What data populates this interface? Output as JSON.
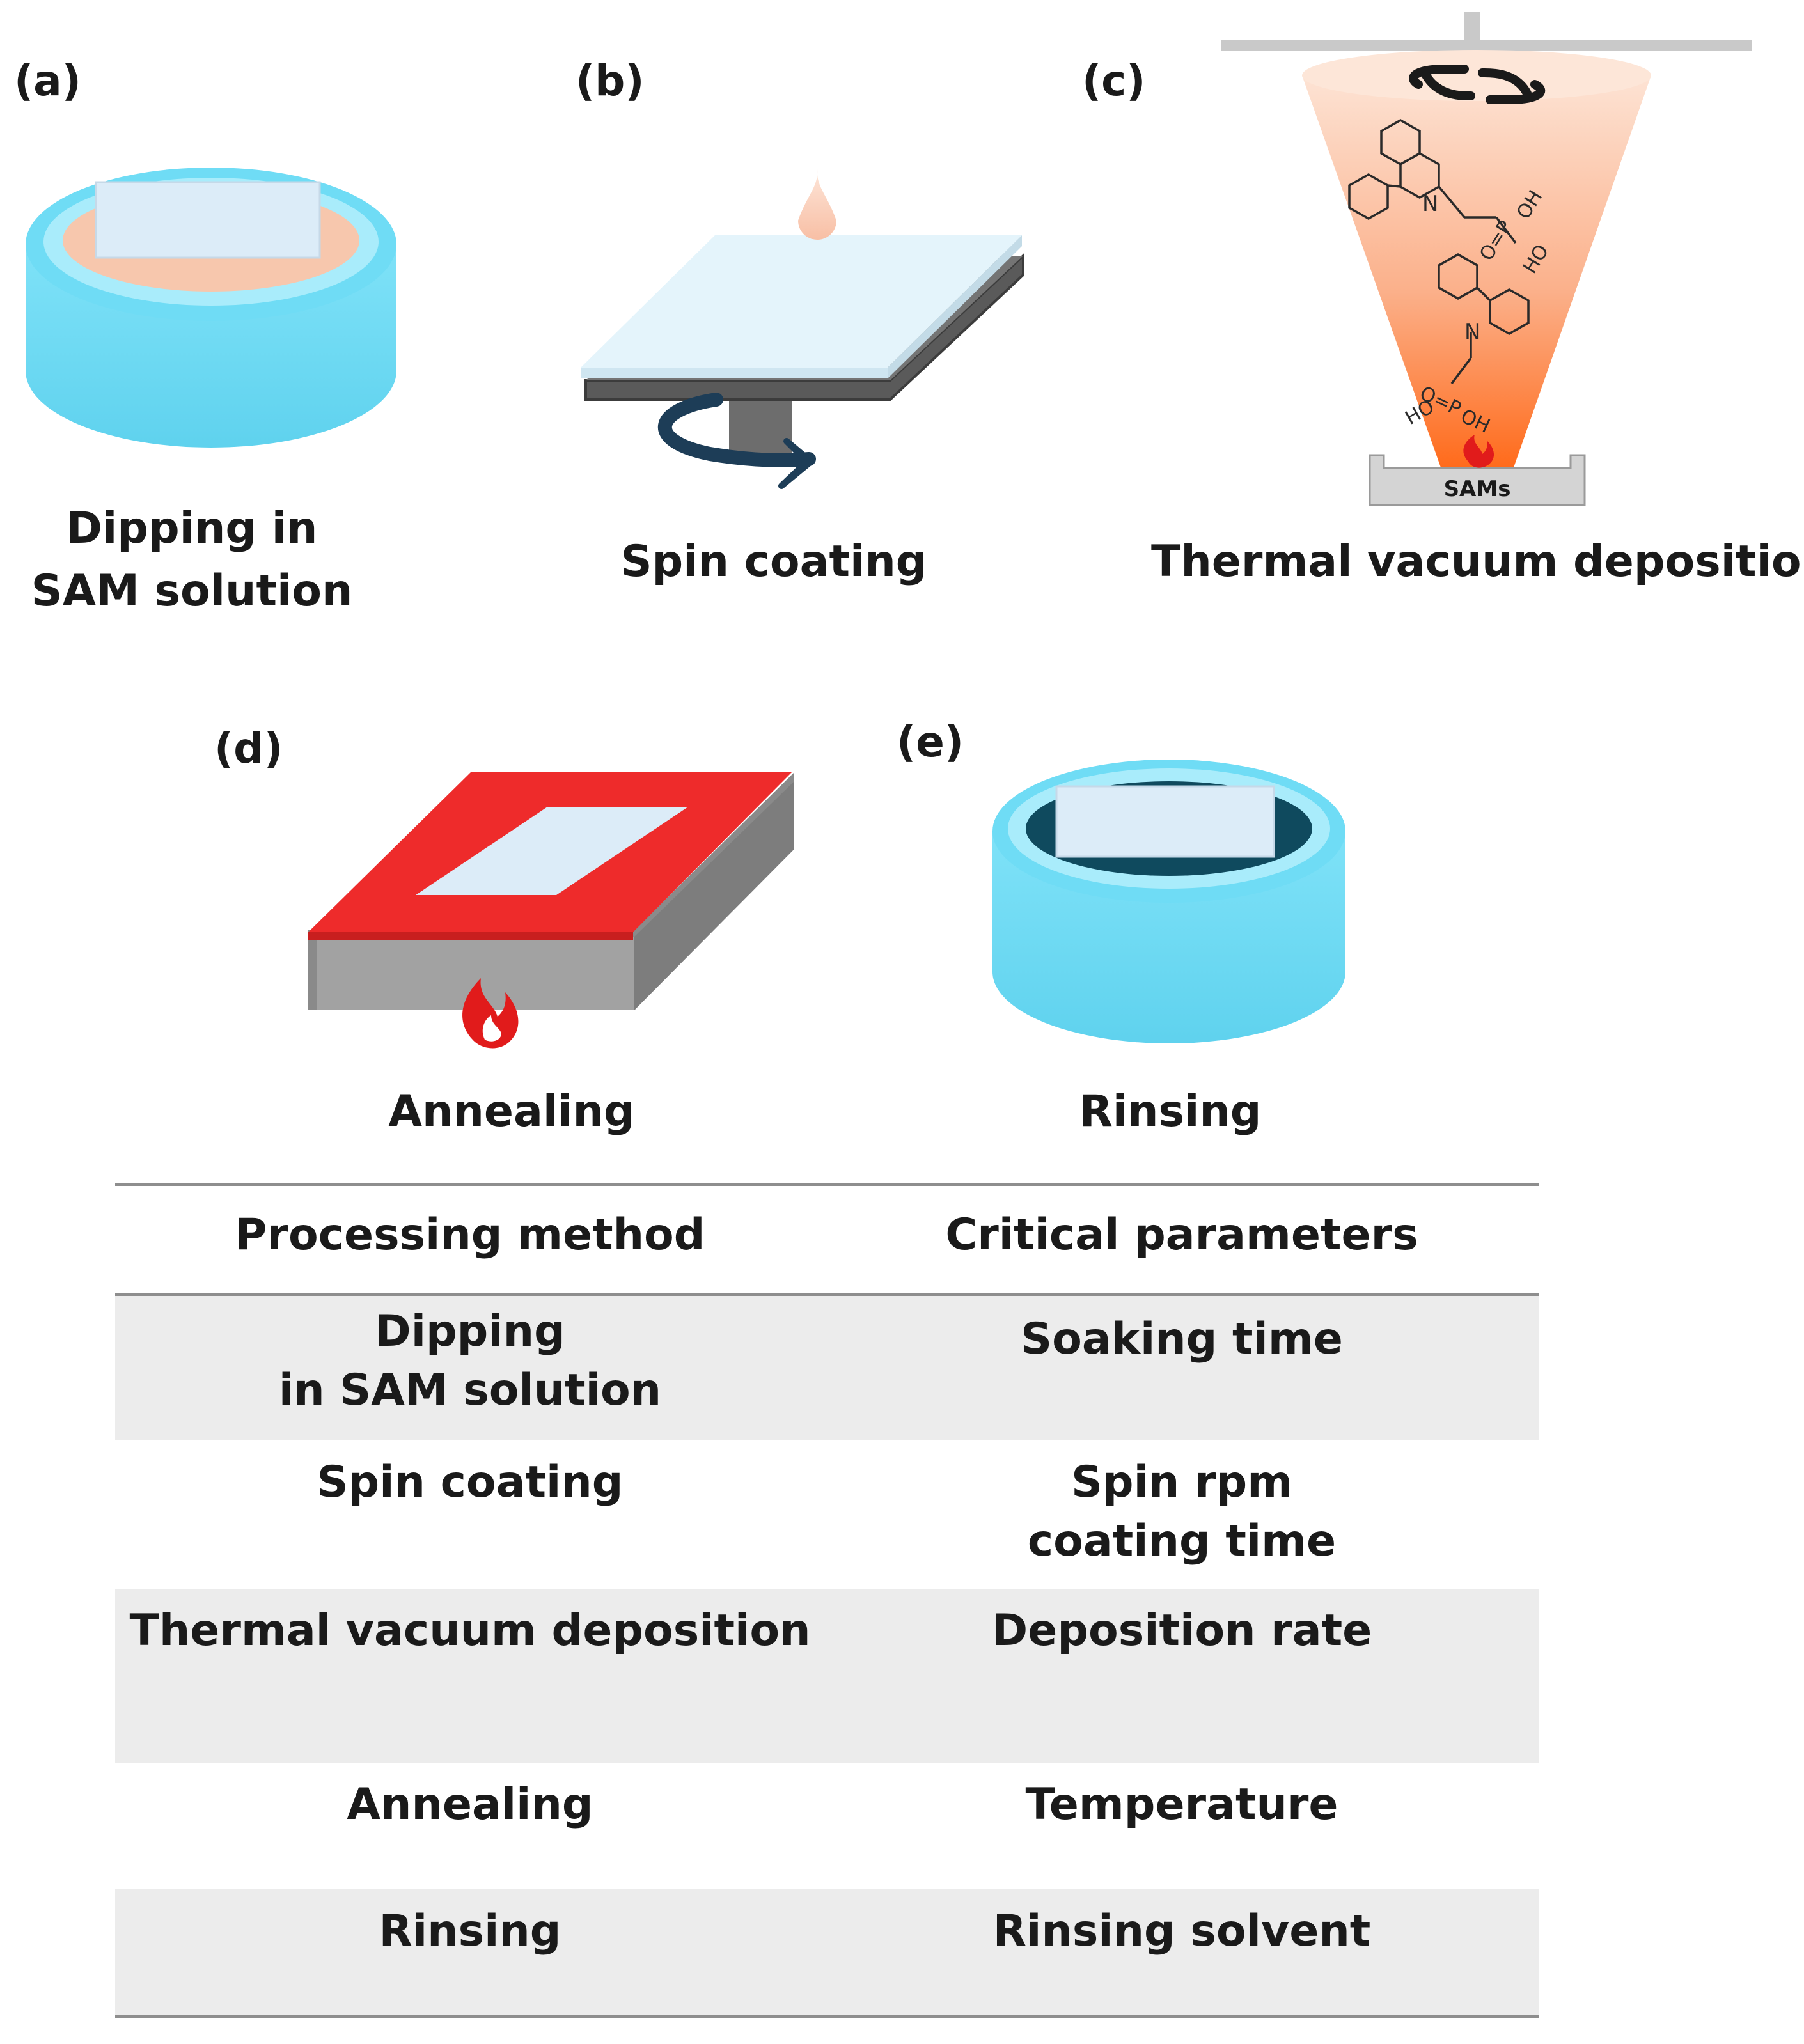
{
  "panels": {
    "a": {
      "letter": "(a)",
      "caption_line1": "Dipping in",
      "caption_line2": "SAM solution"
    },
    "b": {
      "letter": "(b)",
      "caption": "Spin coating"
    },
    "c": {
      "letter": "(c)",
      "caption": "Thermal vacuum deposition",
      "source_label": "SAMs",
      "molecule_labels": {
        "n": "N",
        "o_eq_p": "O=P",
        "oh": "OH",
        "ho": "HO"
      }
    },
    "d": {
      "letter": "(d)",
      "caption": "Annealing"
    },
    "e": {
      "letter": "(e)",
      "caption": "Rinsing"
    }
  },
  "table": {
    "headers": [
      "Processing method",
      "Critical parameters"
    ],
    "rows": [
      {
        "method": [
          "Dipping",
          "in SAM solution"
        ],
        "params": [
          "Soaking time"
        ]
      },
      {
        "method": [
          "Spin coating"
        ],
        "params": [
          "Spin rpm",
          "coating time"
        ]
      },
      {
        "method": [
          "Thermal vacuum deposition"
        ],
        "params": [
          "Deposition rate"
        ]
      },
      {
        "method": [
          "Annealing"
        ],
        "params": [
          "Temperature"
        ]
      },
      {
        "method": [
          "Rinsing"
        ],
        "params": [
          "Rinsing solvent"
        ]
      }
    ]
  },
  "colors": {
    "vial_blue": "#6fdcf5",
    "vial_rim": "#a9ecfb",
    "solution_peach": "#f7c7ad",
    "substrate": "#dcecf8",
    "hotplate_red": "#ee2b2b",
    "plume_orange": "#ff7a30",
    "arrow_navy": "#1d3d57",
    "row_shade": "#ececec"
  }
}
